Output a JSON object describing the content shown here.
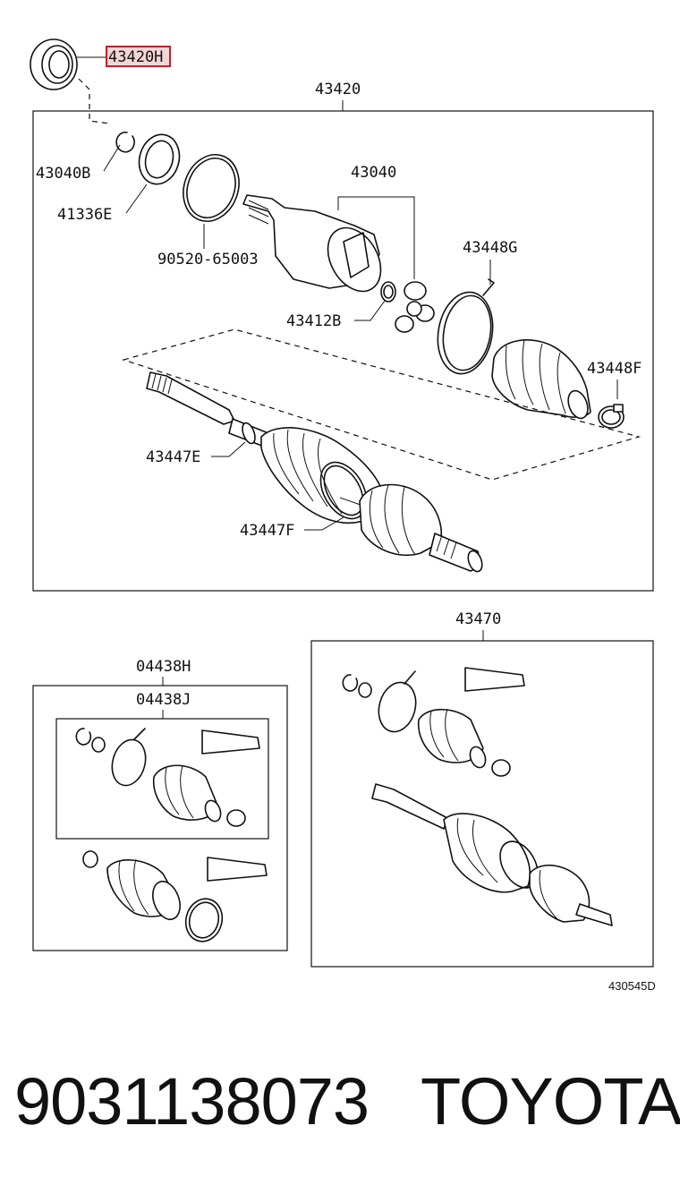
{
  "diagram": {
    "highlight_label": "43420H",
    "labels": {
      "main_assembly": "43420",
      "snap_ring": "43040B",
      "bearing": "41336E",
      "outer_ring": "90520-65003",
      "inner_joint": "43040",
      "tripod_ring": "43412B",
      "clamp_large": "43448G",
      "clamp_small": "43448F",
      "boot_inner_clamp": "43447E",
      "boot_outer_clamp": "43447F",
      "kit_right": "43470",
      "kit_left_outer": "04438H",
      "kit_left_inner": "04438J"
    },
    "drawing_code": "430545D"
  },
  "caption": {
    "part_number": "9031138073",
    "brand": "TOYOTA"
  }
}
